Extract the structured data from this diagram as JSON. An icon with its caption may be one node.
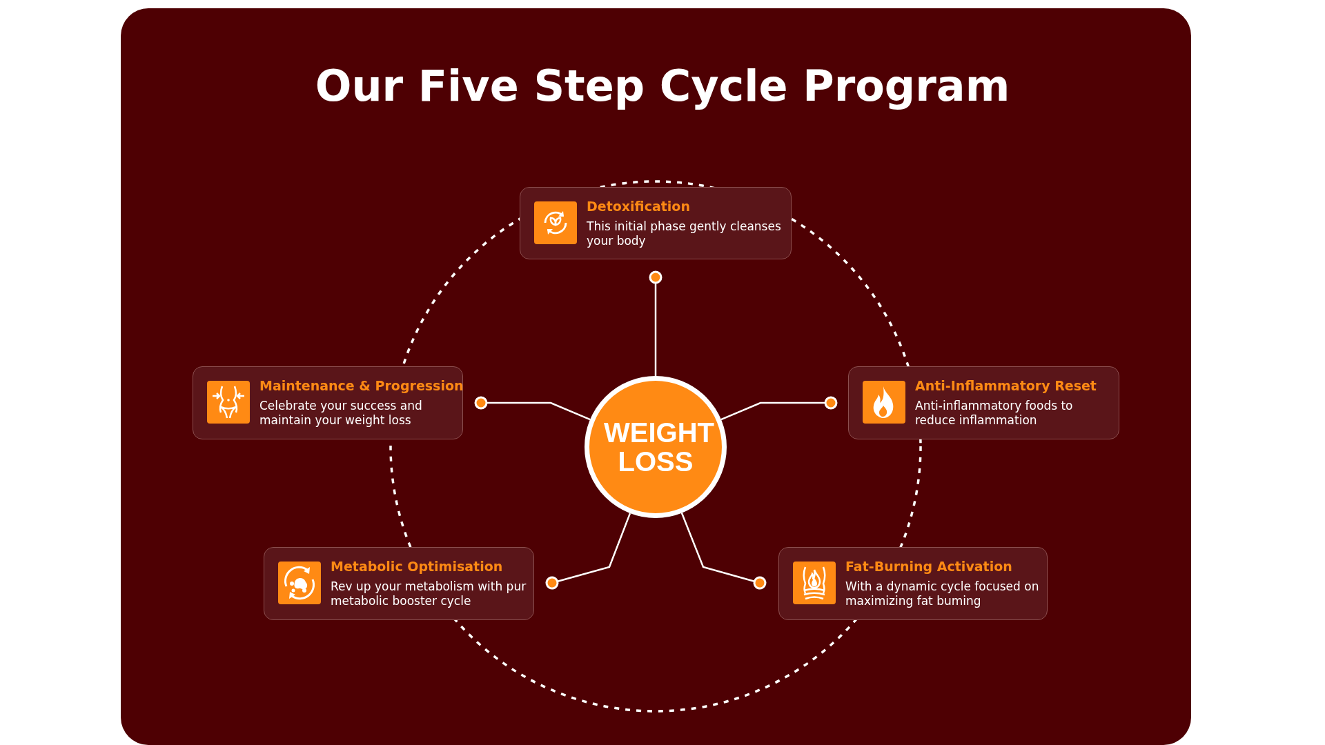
{
  "diagram": {
    "title": "Our Five Step Cycle Program",
    "nodes": [
      {
        "text": [
          "Detoxification",
          "This initial phase gently cleanses your body"
        ]
      },
      {
        "text": [
          "Maintenance & Progression",
          "Celebrate your success and maintain your weight loss"
        ]
      },
      {
        "text": [
          "WEIGHT LOSS"
        ]
      },
      {
        "text": [
          "Anti-Inflammatory Reset",
          "Anti-inflammatory foods to reduce inflammation"
        ]
      },
      {
        "text": [
          "Metabolic Optimisation",
          "Rev up your metabolism with pur metabolic booster cycle"
        ]
      },
      {
        "text": [
          "Fat-Burning Activation",
          "With a dynamic cycle focused on maximizing fat buming"
        ]
      }
    ],
    "edges": [
      {
        "from": 2,
        "to": 0,
        "arrow": "other"
      },
      {
        "from": 2,
        "to": 1,
        "arrow": "other"
      },
      {
        "from": 2,
        "to": 3,
        "arrow": "other"
      },
      {
        "from": 2,
        "to": 4,
        "arrow": "other"
      },
      {
        "from": 2,
        "to": 5,
        "arrow": "other"
      }
    ]
  }
}
